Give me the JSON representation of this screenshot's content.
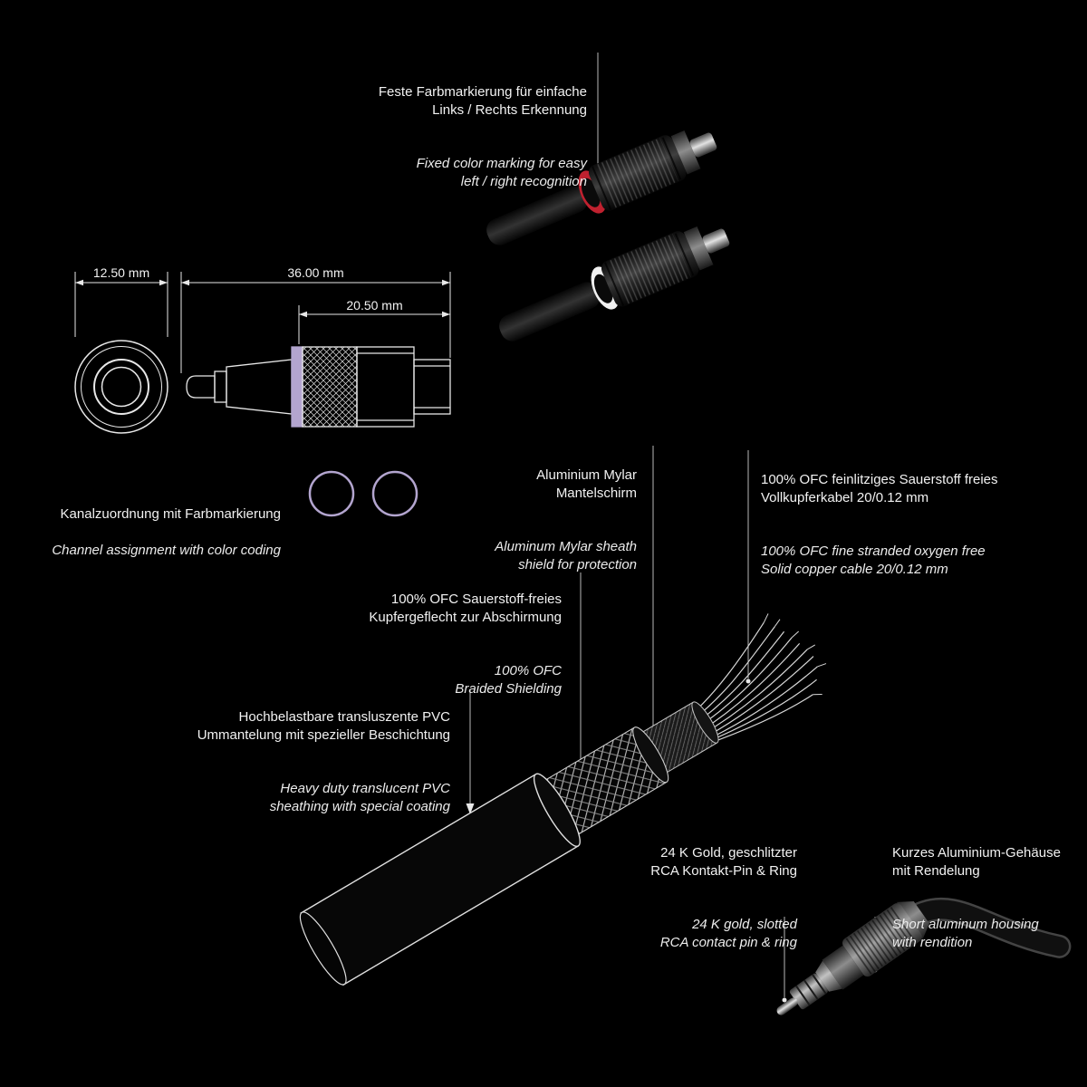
{
  "colors": {
    "background": "#000000",
    "text": "#f2f2f2",
    "leader_line": "#b9b9b9",
    "accent_red": "#c0212f",
    "accent_white": "#f0f0f0",
    "accent_purple": "#b3a5cf"
  },
  "dimensions": {
    "front_diameter": "12.50 mm",
    "total_length": "36.00 mm",
    "barrel_length": "20.50 mm"
  },
  "annotations": {
    "color_marking": {
      "de": "Feste Farbmarkierung für einfache\nLinks / Rechts Erkennung",
      "en": "Fixed color marking for easy\nleft / right recognition"
    },
    "channel_assignment": {
      "de": "Kanalzuordnung mit Farbmarkierung",
      "en": "Channel assignment with color coding"
    },
    "mylar": {
      "de": "Aluminium Mylar\nMantelschirm",
      "en": "Aluminum Mylar sheath\nshield for protection"
    },
    "copper": {
      "de": "100% OFC feinlitziges Sauerstoff freies\nVollkupferkabel 20/0.12 mm",
      "en": "100% OFC fine stranded oxygen free\nSolid copper cable 20/0.12 mm"
    },
    "braid": {
      "de": "100% OFC Sauerstoff-freies\nKupfergeflecht zur Abschirmung",
      "en": "100% OFC\nBraided Shielding"
    },
    "pvc": {
      "de": "Hochbelastbare transluszente PVC\nUmmantelung mit spezieller Beschichtung",
      "en": "Heavy duty translucent PVC\nsheathing with special coating"
    },
    "gold_pin": {
      "de": "24 K Gold, geschlitzter\nRCA Kontakt-Pin & Ring",
      "en": "24 K gold, slotted\nRCA contact pin & ring"
    },
    "housing": {
      "de": "Kurzes Aluminium-Gehäuse\nmit Rendelung",
      "en": "Short aluminum housing\nwith rendition"
    }
  }
}
